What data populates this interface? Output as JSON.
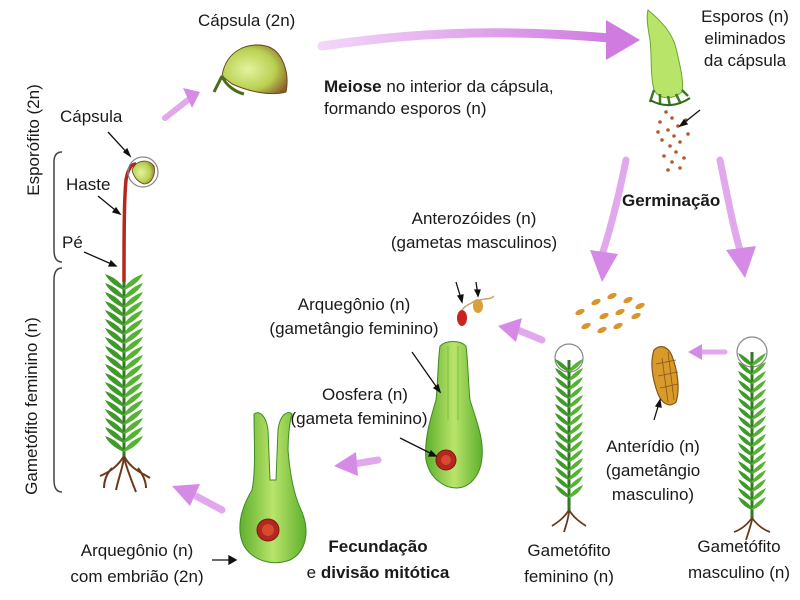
{
  "labels": {
    "capsula_2n": "Cápsula (2n)",
    "meiose_bold": "Meiose",
    "meiose_rest_1": " no interior da cápsula,",
    "meiose_rest_2": "formando esporos (n)",
    "esporos_1": "Esporos (n)",
    "esporos_2": "eliminados",
    "esporos_3": "da cápsula",
    "germinacao": "Germinação",
    "capsula": "Cápsula",
    "haste": "Haste",
    "pe": "Pé",
    "esporofito": "Esporófito (2n)",
    "gametofito_feminino_side": "Gametófito feminino (n)",
    "anterozoides_1": "Anterozóides (n)",
    "anterozoides_2": "(gametas masculinos)",
    "arquegonio_1": "Arquegônio (n)",
    "arquegonio_2": "(gametângio feminino)",
    "oosfera_1": "Oosfera (n)",
    "oosfera_2": "(gameta feminino)",
    "anteridio_1": "Anterídio (n)",
    "anteridio_2": "(gametângio",
    "anteridio_3": "masculino)",
    "gametofito_fem_1": "Gametófito",
    "gametofito_fem_2": "feminino (n)",
    "gametofito_masc_1": "Gametófito",
    "gametofito_masc_2": "masculino (n)",
    "arquegonio_emb_1": "Arquegônio (n)",
    "arquegonio_emb_2": "com embrião (2n)",
    "fecundacao_1": "Fecundação",
    "fecundacao_e": "e ",
    "fecundacao_2": "divisão mitótica"
  },
  "colors": {
    "arrow_pink": "#d58be6",
    "leaf_green": "#3f9a2a",
    "pale_green": "#a8d860",
    "stalk_red": "#b3271f",
    "root_brown": "#6b3a1a"
  }
}
